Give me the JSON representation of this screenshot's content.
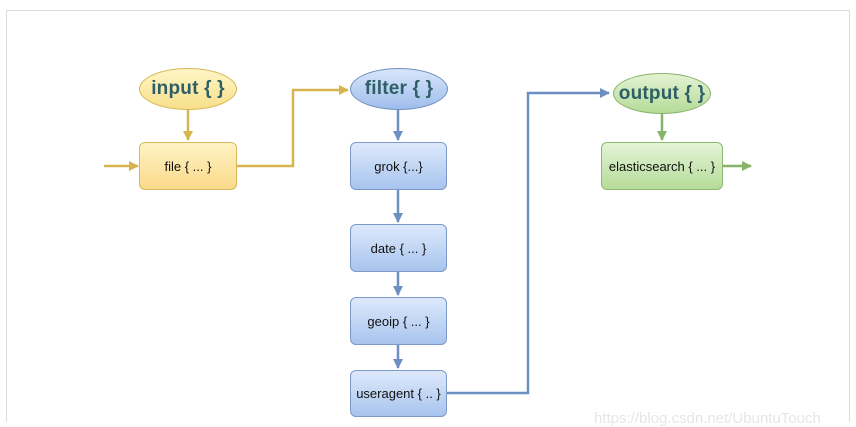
{
  "nodes": {
    "input_header": "input { }",
    "filter_header": "filter { }",
    "output_header": "output { }",
    "file_plugin": "file { ... }",
    "grok_plugin": "grok {...}",
    "date_plugin": "date { ... }",
    "geoip_plugin": "geoip { ... }",
    "useragent_plugin": "useragent { .. }",
    "elasticsearch_plugin": "elasticsearch { ... }"
  },
  "watermark": "https://blog.csdn.net/UbuntuTouch",
  "colors": {
    "input_accent": "#d6b44e",
    "filter_accent": "#6e8fc2",
    "output_accent": "#86b56a",
    "header_text": "#2f5f66"
  }
}
